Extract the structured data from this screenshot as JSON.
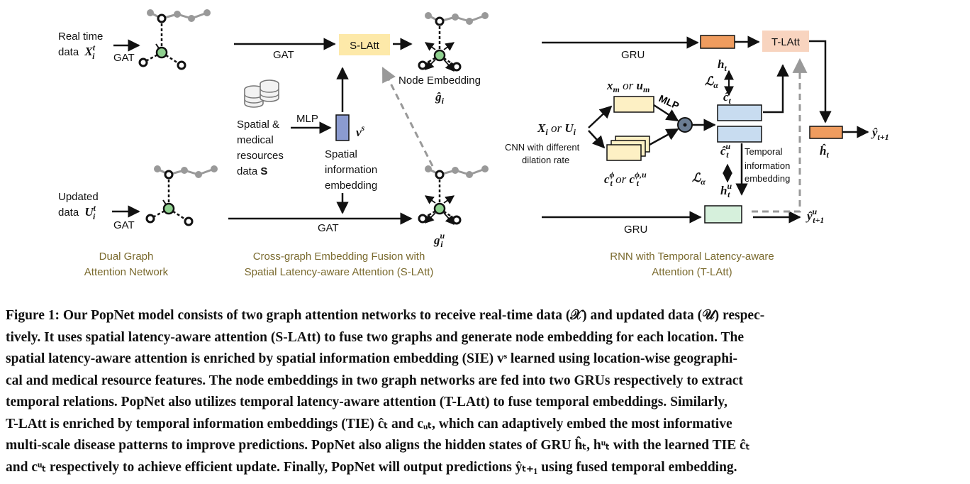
{
  "left": {
    "realtime_label": [
      "Real time",
      "data"
    ],
    "realtime_sym": "X",
    "updated_label": [
      "Updated",
      "data"
    ],
    "updated_sym": "U",
    "gat": "GAT",
    "caption": [
      "Dual Graph",
      "Attention Network"
    ]
  },
  "middle": {
    "gat_top": "GAT",
    "gat_bottom": "GAT",
    "slatt": "S-LAtt",
    "node_embedding": "Node Embedding",
    "g_hat": "ĝ",
    "g_u": "g",
    "spatial_data": [
      "Spatial &",
      "medical",
      "resources",
      "data"
    ],
    "spatial_data_sym": "S",
    "mlp": "MLP",
    "vs": "v",
    "spatial_info": [
      "Spatial",
      "information",
      "embedding"
    ],
    "caption": [
      "Cross-graph Embedding Fusion with",
      "Spatial Latency-aware Attention (S-LAtt)"
    ]
  },
  "right": {
    "gru_top": "GRU",
    "gru_bottom": "GRU",
    "tlatt": "T-LAtt",
    "xm_um": [
      "x",
      "or",
      "u"
    ],
    "mlp": "MLP",
    "xi_ui": [
      "X",
      "or",
      "U"
    ],
    "cnn_label": [
      "CNN with different",
      "dilation rate"
    ],
    "c_phi": [
      "c",
      "or",
      "c"
    ],
    "h_t": "h",
    "c_t": "ĉ",
    "c_t_u": "ĉ",
    "h_t_u": "h",
    "loss": "ℒ",
    "temporal_info": [
      "Temporal",
      "information",
      "embedding"
    ],
    "h_hat": "ĥ",
    "y_hat": "ŷ",
    "y_hat_u": "ŷ",
    "caption": [
      "RNN with Temporal Latency-aware",
      "Attention (T-LAtt)"
    ]
  },
  "colors": {
    "slatt_fill": "#fde9a9",
    "tlatt_fill": "#f8d4bf",
    "gru_fill": "#ef9c5f",
    "vs_fill": "#8b9bd0",
    "xm_fill": "#fdf0c4",
    "c_fill": "#c8dcf0",
    "green_fill": "#d6f0dc",
    "caption_color": "#7a6a2e"
  },
  "figure_caption": {
    "lines": [
      "Figure 1: Our PopNet model consists of two graph attention networks to receive real-time data (𝒳) and updated data (𝒰) respec-",
      "tively. It uses spatial latency-aware attention (S-LAtt) to fuse two graphs and generate node embedding for each location. The",
      "spatial latency-aware attention is enriched by spatial information embedding (SIE) vˢ learned using location-wise geographi-",
      "cal and medical resource features. The node embeddings in two graph networks are fed into two GRUs respectively to extract",
      "temporal relations. PopNet also utilizes temporal latency-aware attention (T-LAtt) to fuse temporal embeddings. Similarly,",
      "T-LAtt is enriched by temporal information embeddings (TIE) ĉₜ and cᵤₜ, which can adaptively embed the most informative",
      "multi-scale disease patterns to improve predictions. PopNet also aligns the hidden states of GRU ĥₜ, hᵘₜ with the learned TIE ĉₜ",
      "and cᵘₜ respectively to achieve efficient update. Finally, PopNet will output predictions ŷₜ₊₁ using fused temporal embedding."
    ]
  }
}
